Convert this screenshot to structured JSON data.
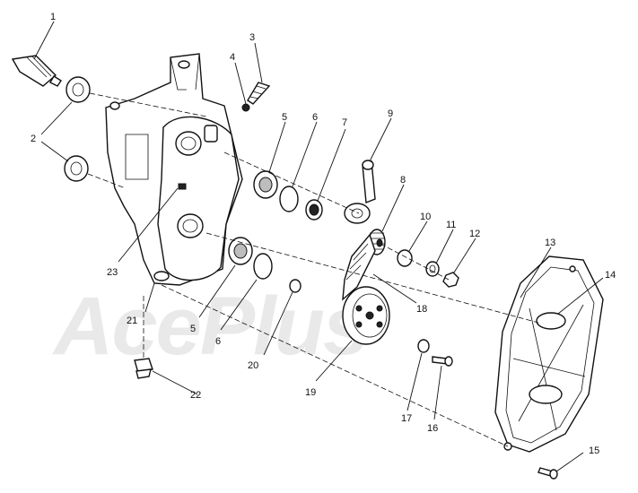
{
  "watermark": "AcePlus",
  "callouts": [
    {
      "id": "1",
      "text": "1"
    },
    {
      "id": "2",
      "text": "2"
    },
    {
      "id": "3",
      "text": "3"
    },
    {
      "id": "4",
      "text": "4"
    },
    {
      "id": "5a",
      "text": "5"
    },
    {
      "id": "5b",
      "text": "5"
    },
    {
      "id": "6a",
      "text": "6"
    },
    {
      "id": "6b",
      "text": "6"
    },
    {
      "id": "7",
      "text": "7"
    },
    {
      "id": "8",
      "text": "8"
    },
    {
      "id": "9",
      "text": "9"
    },
    {
      "id": "10",
      "text": "10"
    },
    {
      "id": "11",
      "text": "11"
    },
    {
      "id": "12",
      "text": "12"
    },
    {
      "id": "13",
      "text": "13"
    },
    {
      "id": "14",
      "text": "14"
    },
    {
      "id": "15",
      "text": "15"
    },
    {
      "id": "16",
      "text": "16"
    },
    {
      "id": "17",
      "text": "17"
    },
    {
      "id": "18",
      "text": "18"
    },
    {
      "id": "19",
      "text": "19"
    },
    {
      "id": "20",
      "text": "20"
    },
    {
      "id": "21",
      "text": "21"
    },
    {
      "id": "22",
      "text": "22"
    },
    {
      "id": "23",
      "text": "23"
    }
  ]
}
